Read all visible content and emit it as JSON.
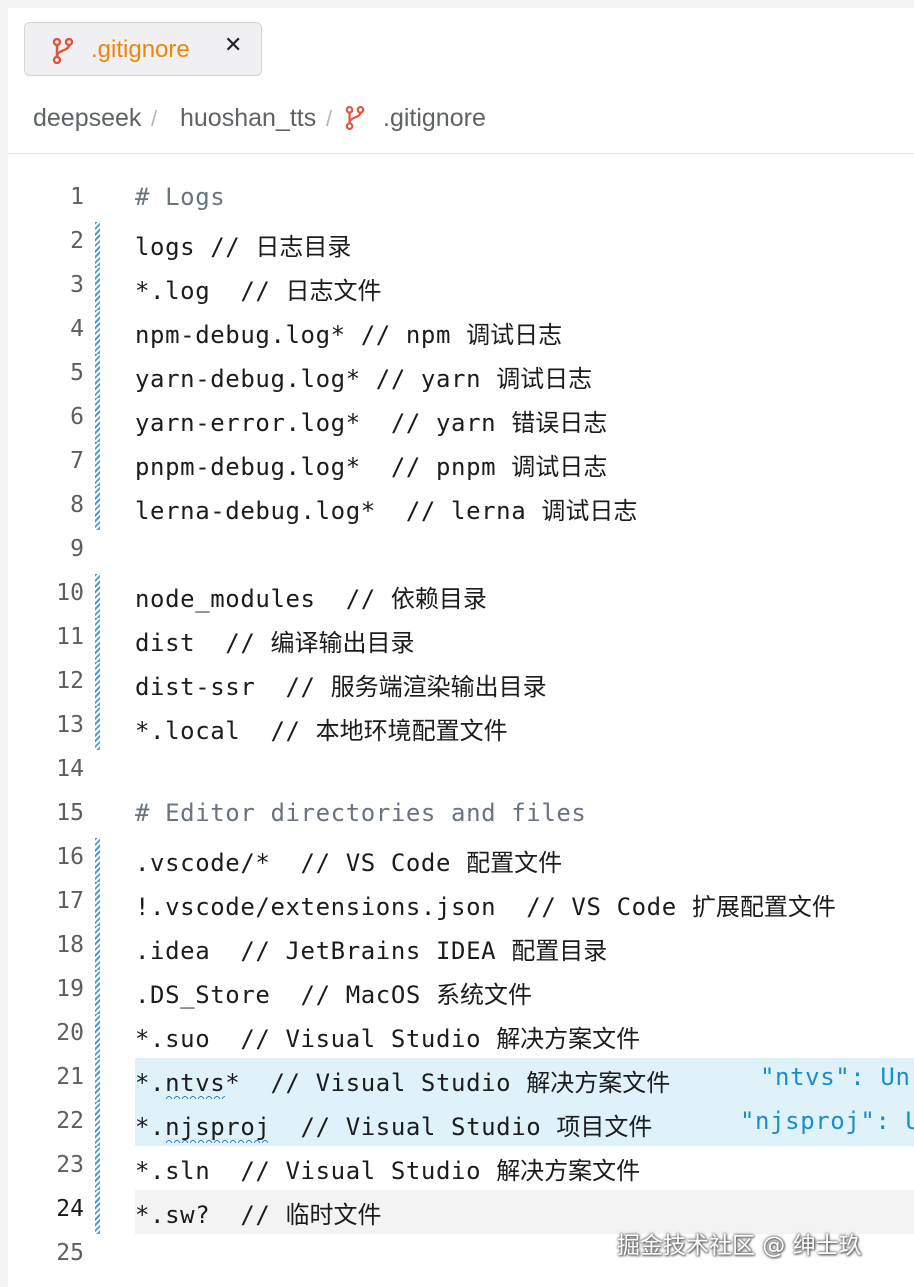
{
  "tab": {
    "label": ".gitignore",
    "close": "✕",
    "icon": "git-branch-icon"
  },
  "breadcrumb": {
    "items": [
      "deepseek",
      "huoshan_tts",
      ".gitignore"
    ],
    "separator": "/"
  },
  "colors": {
    "tab_label": "#e8890c",
    "git_icon": "#e2553d",
    "hint": "#1b8ec9",
    "gutter": "#4a9bd6"
  },
  "lines": [
    {
      "n": "1",
      "text": "# Logs",
      "comment": true,
      "changed": false
    },
    {
      "n": "2",
      "text": "logs // 日志目录",
      "changed": true
    },
    {
      "n": "3",
      "text": "*.log  // 日志文件",
      "changed": true
    },
    {
      "n": "4",
      "text": "npm-debug.log* // npm 调试日志",
      "changed": true
    },
    {
      "n": "5",
      "text": "yarn-debug.log* // yarn 调试日志",
      "changed": true
    },
    {
      "n": "6",
      "text": "yarn-error.log*  // yarn 错误日志",
      "changed": true
    },
    {
      "n": "7",
      "text": "pnpm-debug.log*  // pnpm 调试日志",
      "changed": true
    },
    {
      "n": "8",
      "text": "lerna-debug.log*  // lerna 调试日志",
      "changed": true
    },
    {
      "n": "9",
      "text": "",
      "changed": false
    },
    {
      "n": "10",
      "text": "node_modules  // 依赖目录",
      "changed": true
    },
    {
      "n": "11",
      "text": "dist  // 编译输出目录",
      "changed": true
    },
    {
      "n": "12",
      "text": "dist-ssr  // 服务端渲染输出目录",
      "changed": true
    },
    {
      "n": "13",
      "text": "*.local  // 本地环境配置文件",
      "changed": true
    },
    {
      "n": "14",
      "text": "",
      "changed": false
    },
    {
      "n": "15",
      "text": "# Editor directories and files",
      "comment": true,
      "changed": false
    },
    {
      "n": "16",
      "text": ".vscode/*  // VS Code 配置文件",
      "changed": true
    },
    {
      "n": "17",
      "text": "!.vscode/extensions.json  // VS Code 扩展配置文件",
      "changed": true
    },
    {
      "n": "18",
      "text": ".idea  // JetBrains IDEA 配置目录",
      "changed": true
    },
    {
      "n": "19",
      "text": ".DS_Store  // MacOS 系统文件",
      "changed": true
    },
    {
      "n": "20",
      "text": "*.suo  // Visual Studio 解决方案文件",
      "changed": true
    },
    {
      "n": "21",
      "text": "*.ntvs*  // Visual Studio 解决方案文件",
      "changed": true,
      "highlight": true,
      "hint": "\"ntvs\": Un"
    },
    {
      "n": "22",
      "text": "*.njsproj  // Visual Studio 项目文件",
      "changed": true,
      "highlight": true,
      "hint": "\"njsproj\": U"
    },
    {
      "n": "23",
      "text": "*.sln  // Visual Studio 解决方案文件",
      "changed": true
    },
    {
      "n": "24",
      "text": "*.sw?  // 临时文件",
      "changed": true,
      "current": true
    },
    {
      "n": "25",
      "text": "",
      "changed": false
    }
  ],
  "watermark": "掘金技术社区 @ 绅士玖"
}
